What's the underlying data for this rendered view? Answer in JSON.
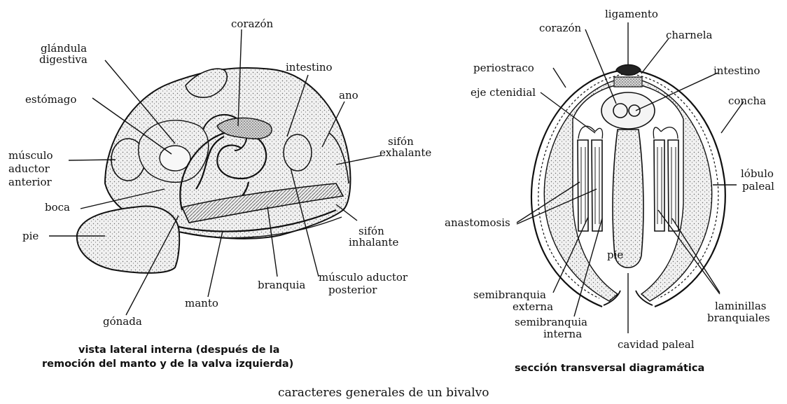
{
  "left_figure": {
    "labels": {
      "glandula": "glándula",
      "digestiva": "digestiva",
      "corazon": "corazón",
      "intestino": "intestino",
      "ano": "ano",
      "estomago": "estómago",
      "sifon_exh_1": "sifón",
      "sifon_exh_2": "exhalante",
      "musculo": "músculo",
      "aductor": "aductor",
      "anterior": "anterior",
      "boca": "boca",
      "pie": "pie",
      "sifon_inh_1": "sifón",
      "sifon_inh_2": "inhalante",
      "musc_post_1": "músculo aductor",
      "musc_post_2": "posterior",
      "branquia": "branquia",
      "manto": "manto",
      "gonada": "gónada"
    },
    "caption_line1": "vista lateral interna (después de la",
    "caption_line2": "remoción del manto y de la valva izquierda)"
  },
  "right_figure": {
    "labels": {
      "ligamento": "ligamento",
      "corazon": "corazón",
      "charnela": "charnela",
      "periostraco": "periostraco",
      "intestino": "intestino",
      "eje_ctenidial": "eje ctenidial",
      "concha": "concha",
      "lobulo": "lóbulo",
      "paleal": "paleal",
      "anastomosis": "anastomosis",
      "pie": "pie",
      "semibranquia_ext_1": "semibranquia",
      "semibranquia_ext_2": "externa",
      "semibranquia_int_1": "semibranquia",
      "semibranquia_int_2": "interna",
      "cavidad_paleal": "cavidad paleal",
      "laminillas": "laminillas",
      "branquiales": "branquiales"
    },
    "caption": "sección transversal diagramática"
  },
  "figure_title": "caracteres generales de un bivalvo",
  "colors": {
    "ink": "#111111",
    "fill": "#e4e4e4",
    "paper": "#ffffff"
  }
}
